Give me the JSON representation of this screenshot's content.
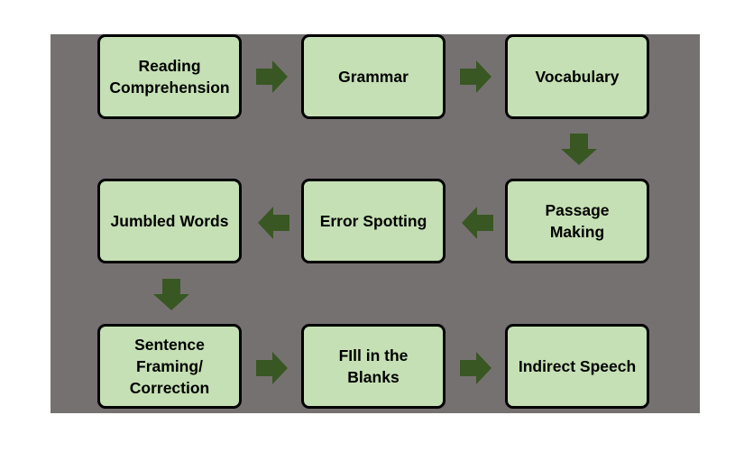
{
  "diagram": {
    "background_color": "#767171",
    "box_fill": "#c5e0b4",
    "box_border": "#000000",
    "arrow_color": "#385723",
    "boxes": [
      {
        "label": "Reading\nComprehension"
      },
      {
        "label": "Grammar"
      },
      {
        "label": "Vocabulary"
      },
      {
        "label": "Passage\nMaking"
      },
      {
        "label": "Error Spotting"
      },
      {
        "label": "Jumbled Words"
      },
      {
        "label": "Sentence\nFraming/\nCorrection"
      },
      {
        "label": "FIll in the\nBlanks"
      },
      {
        "label": "Indirect Speech"
      }
    ],
    "arrows": [
      {
        "from": "Reading Comprehension",
        "to": "Grammar",
        "direction": "right"
      },
      {
        "from": "Grammar",
        "to": "Vocabulary",
        "direction": "right"
      },
      {
        "from": "Vocabulary",
        "to": "Passage Making",
        "direction": "down"
      },
      {
        "from": "Passage Making",
        "to": "Error Spotting",
        "direction": "left"
      },
      {
        "from": "Error Spotting",
        "to": "Jumbled Words",
        "direction": "left"
      },
      {
        "from": "Jumbled Words",
        "to": "Sentence Framing/Correction",
        "direction": "down"
      },
      {
        "from": "Sentence Framing/Correction",
        "to": "FIll in the Blanks",
        "direction": "right"
      },
      {
        "from": "FIll in the Blanks",
        "to": "Indirect Speech",
        "direction": "right"
      }
    ]
  }
}
